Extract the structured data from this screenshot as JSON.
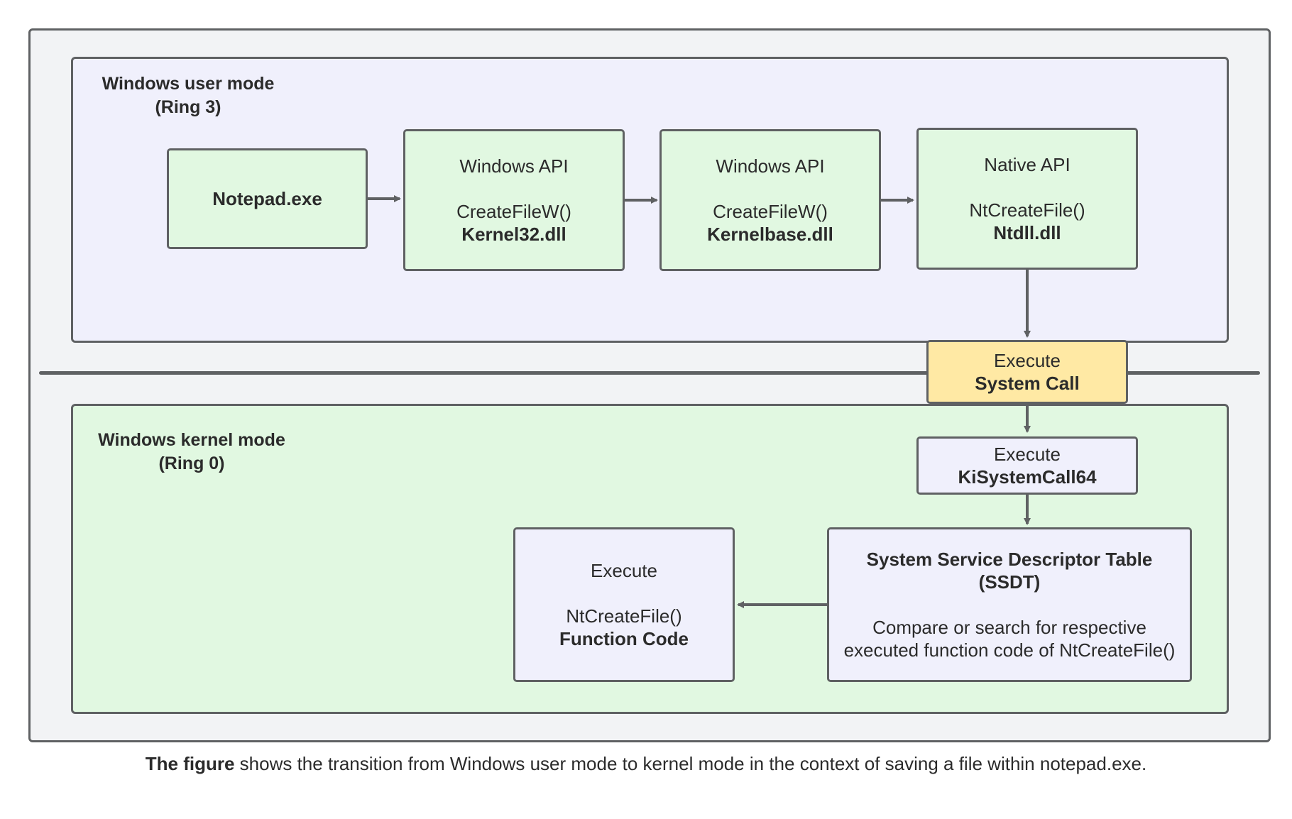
{
  "user_mode": {
    "title_line1": "Windows user mode",
    "title_line2": "(Ring 3)"
  },
  "kernel_mode": {
    "title_line1": "Windows kernel mode",
    "title_line2": "(Ring 0)"
  },
  "nodes": {
    "notepad": {
      "label": "Notepad.exe"
    },
    "kernel32": {
      "line1": "Windows API",
      "line2": "CreateFileW()",
      "line3": "Kernel32.dll"
    },
    "kernelbase": {
      "line1": "Windows API",
      "line2": "CreateFileW()",
      "line3": "Kernelbase.dll"
    },
    "ntdll": {
      "line1": "Native API",
      "line2": "NtCreateFile()",
      "line3": "Ntdll.dll"
    },
    "syscall": {
      "line1": "Execute",
      "line2": "System Call"
    },
    "kisyscall": {
      "line1": "Execute",
      "line2": "KiSystemCall64"
    },
    "ssdt": {
      "title1": "System Service Descriptor Table",
      "title2": "(SSDT)",
      "desc1": "Compare or search for respective",
      "desc2": "executed function code of NtCreateFile()"
    },
    "function_code": {
      "line1": "Execute",
      "line2": "NtCreateFile()",
      "line3": "Function Code"
    }
  },
  "caption": {
    "bold": "The figure",
    "text": " shows the transition from Windows user mode to kernel mode in the context of saving a file within notepad.exe."
  },
  "colors": {
    "border": "#5f6163",
    "outer_bg": "#f2f3f5",
    "lavender": "#f0f0fc",
    "green": "#e1f8e1",
    "yellow": "#ffe9a4"
  }
}
